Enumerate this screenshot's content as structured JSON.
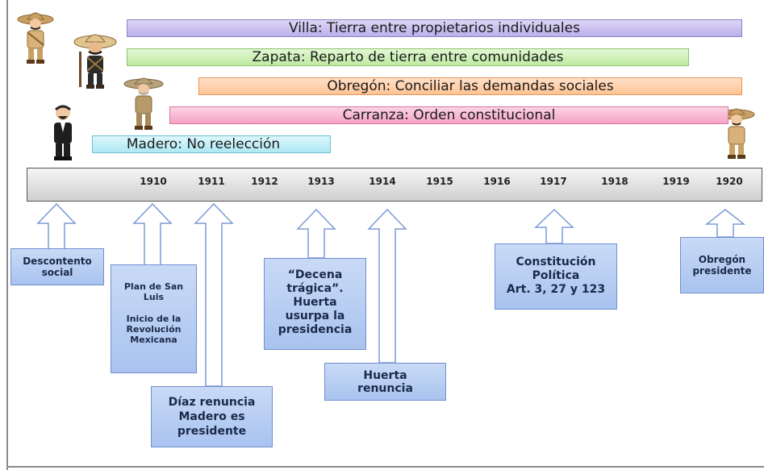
{
  "bars": {
    "villa": "Villa: Tierra entre propietarios individuales",
    "zapata": "Zapata: Reparto de tierra entre comunidades",
    "obregon": "Obregón: Conciliar las demandas sociales",
    "carranza": "Carranza: Orden constitucional",
    "madero": "Madero: No reelección"
  },
  "years": [
    "1910",
    "1911",
    "1912",
    "1913",
    "1914",
    "1915",
    "1916",
    "1917",
    "1918",
    "1919",
    "1920"
  ],
  "events": {
    "descontento": [
      "Descontento",
      "social"
    ],
    "plan": [
      "Plan de San",
      "Luis",
      "",
      "Inicio de la",
      "Revolución",
      "Mexicana"
    ],
    "diaz": [
      "Díaz renuncia",
      "Madero es",
      "presidente"
    ],
    "decena": [
      "“Decena",
      "trágica”.",
      "Huerta",
      "usurpa la",
      "presidencia"
    ],
    "huerta": [
      "Huerta",
      "renuncia"
    ],
    "constitucion": [
      "Constitución",
      "Política",
      "Art. 3, 27 y 123"
    ],
    "obregon": [
      "Obregón",
      "presidente"
    ]
  },
  "figures": [
    "villa-figure",
    "zapata-figure",
    "obregon-figure",
    "madero-figure",
    "carranza-figure"
  ]
}
